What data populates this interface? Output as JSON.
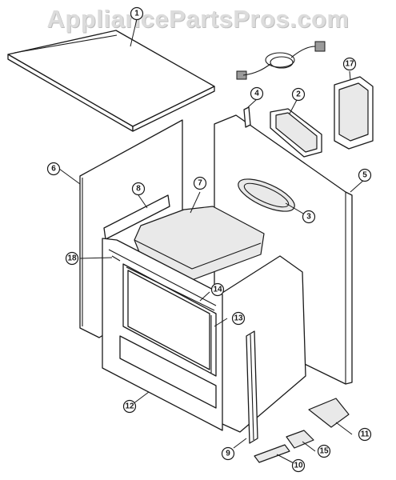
{
  "watermark": {
    "text": "AppliancePartsPros.com"
  },
  "callouts": {
    "c1": "1",
    "c2": "2",
    "c3": "3",
    "c4": "4",
    "c5": "5",
    "c6": "6",
    "c7": "7",
    "c8": "8",
    "c9": "9",
    "c10": "10",
    "c11": "11",
    "c12": "12",
    "c13": "13",
    "c14": "14",
    "c15": "15",
    "c17": "17",
    "c18": "18"
  }
}
